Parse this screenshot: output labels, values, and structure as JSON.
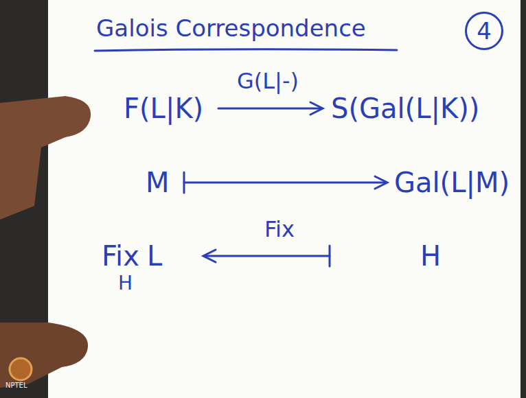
{
  "diagram": {
    "title": "Galois Correspondence",
    "nodes": [
      {
        "text": [
          "4"
        ]
      }
    ],
    "labels": [
      "F(L|K)",
      "G(L|-)",
      "S(Gal(L|K))",
      "M",
      "Gal(L|M)",
      "Fix",
      "L",
      "Fix",
      "H",
      "H",
      "NPTEL"
    ]
  }
}
